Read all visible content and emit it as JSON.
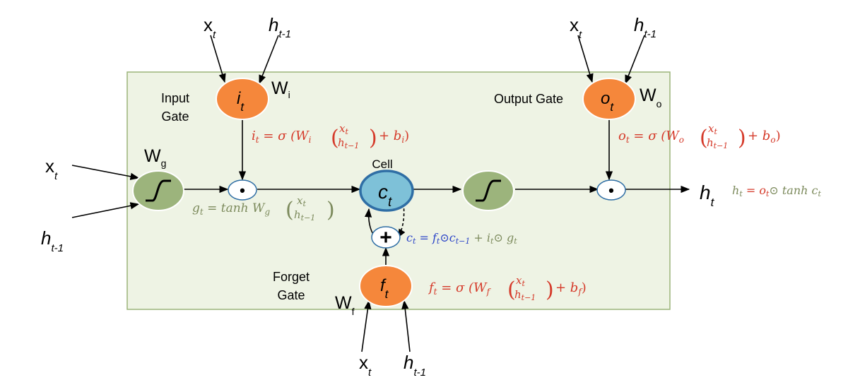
{
  "labels": {
    "input_gate_line1": "Input",
    "input_gate_line2": "Gate",
    "output_gate": "Output Gate",
    "cell": "Cell",
    "forget_gate_line1": "Forget",
    "forget_gate_line2": "Gate"
  },
  "nodes": {
    "input_gate": {
      "symbol": "i",
      "sub": "t",
      "weight": "W",
      "weight_sub": "i"
    },
    "output_gate": {
      "symbol": "o",
      "sub": "t",
      "weight": "W",
      "weight_sub": "o"
    },
    "forget_gate": {
      "symbol": "f",
      "sub": "t",
      "weight": "W",
      "weight_sub": "f"
    },
    "cell_state": {
      "symbol": "c",
      "sub": "t"
    },
    "g_gate": {
      "weight": "W",
      "weight_sub": "g"
    },
    "mult_symbol": "•",
    "add_symbol": "+"
  },
  "inputs": {
    "x": "x",
    "x_sub": "t",
    "h": "h",
    "h_sub": "t-1",
    "h_out": "h",
    "h_out_sub": "t"
  },
  "equations": {
    "i_lhs": "i",
    "i_lhs_sub": "t",
    "i_mid": " = σ (W",
    "i_mid_sub": "i",
    "i_vec_top": "x",
    "i_vec_top_sub": "t",
    "i_vec_bot": "h",
    "i_vec_bot_sub": "t−1",
    "i_tail": "+ b",
    "i_tail_sub": "i",
    "o_lhs": "o",
    "o_lhs_sub": "t",
    "o_mid": " = σ (W",
    "o_mid_sub": "o",
    "o_vec_top": "x",
    "o_vec_top_sub": "t",
    "o_vec_bot": "h",
    "o_vec_bot_sub": "t−1",
    "o_tail": "+ b",
    "o_tail_sub": "o",
    "f_lhs": "f",
    "f_lhs_sub": "t",
    "f_mid": " = σ (W",
    "f_mid_sub": "f",
    "f_vec_top": "x",
    "f_vec_top_sub": "t",
    "f_vec_bot": "h",
    "f_vec_bot_sub": "t−1",
    "f_tail": "+ b",
    "f_tail_sub": "f",
    "g_lhs": "g",
    "g_lhs_sub": "t",
    "g_mid": " = tanh W",
    "g_mid_sub": "g",
    "g_vec_top": "x",
    "g_vec_top_sub": "t",
    "g_vec_bot": "h",
    "g_vec_bot_sub": "t−1",
    "c_lhs": "c",
    "c_lhs_sub": "t",
    "c_mid": " = f",
    "c_mid_sub": "t",
    "c_prev": "⊙c",
    "c_prev_sub": "t−1",
    "c_plus": " + i",
    "c_plus_sub": "t",
    "c_tail": "⊙ g",
    "c_tail_sub": "t",
    "h_lhs": "h",
    "h_lhs_sub": "t",
    "h_mid": " = o",
    "h_mid_sub": "t",
    "h_tail": "⊙ tanh c",
    "h_tail_sub": "t"
  },
  "colors": {
    "panel_fill": "#eef3e4",
    "panel_stroke": "#9bb47a",
    "gate_fill": "#f5873b",
    "gate_stroke": "#ffffff",
    "sigmoid_fill": "#9cb47c",
    "cell_fill": "#7ec1d8",
    "cell_stroke": "#2f6ea5",
    "eq_red": "#d53a2a",
    "eq_green": "#7c8a5c",
    "eq_blue": "#2b44c8"
  }
}
